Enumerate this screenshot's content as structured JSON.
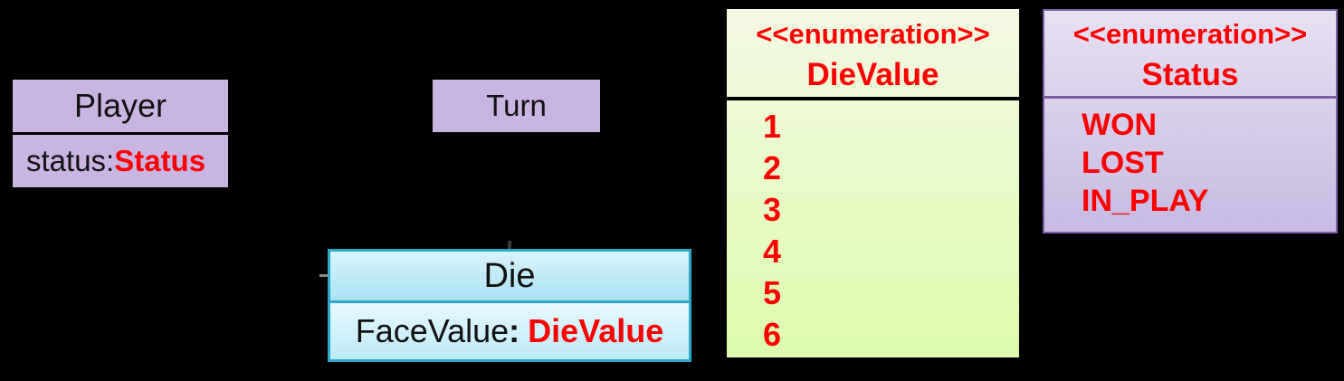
{
  "colors": {
    "background": "#000000",
    "class_fill_purple": "#C9B5E4",
    "die_border_teal": "#2EA7C8",
    "die_header_top": "#D9F3FB",
    "die_header_bottom": "#A9E3F4",
    "die_body_top": "#E7F9FE",
    "die_body_bottom": "#BCEAF7",
    "enum_green_top": "#F3F8E3",
    "enum_green_bottom": "#DCFBAC",
    "enum_purple_top": "#E7E1F3",
    "enum_purple_bottom": "#C7B9E2",
    "enum_purple_border": "#7A5FA5",
    "accent_red": "#FF0000",
    "text_black": "#111111",
    "divider_black": "#000000"
  },
  "player": {
    "title": "Player",
    "attr_name": "status",
    "attr_colon": ":",
    "attr_type": "Status"
  },
  "turn": {
    "title": "Turn"
  },
  "die": {
    "title": "Die",
    "attr_name": "FaceValue",
    "attr_colon": ":",
    "attr_type": "DieValue"
  },
  "enums": {
    "dievalue": {
      "stereotype": "<<enumeration>>",
      "name": "DieValue",
      "values": [
        "1",
        "2",
        "3",
        "4",
        "5",
        "6"
      ]
    },
    "status": {
      "stereotype": "<<enumeration>>",
      "name": "Status",
      "values": [
        "WON",
        "LOST",
        "IN_PLAY"
      ]
    }
  }
}
